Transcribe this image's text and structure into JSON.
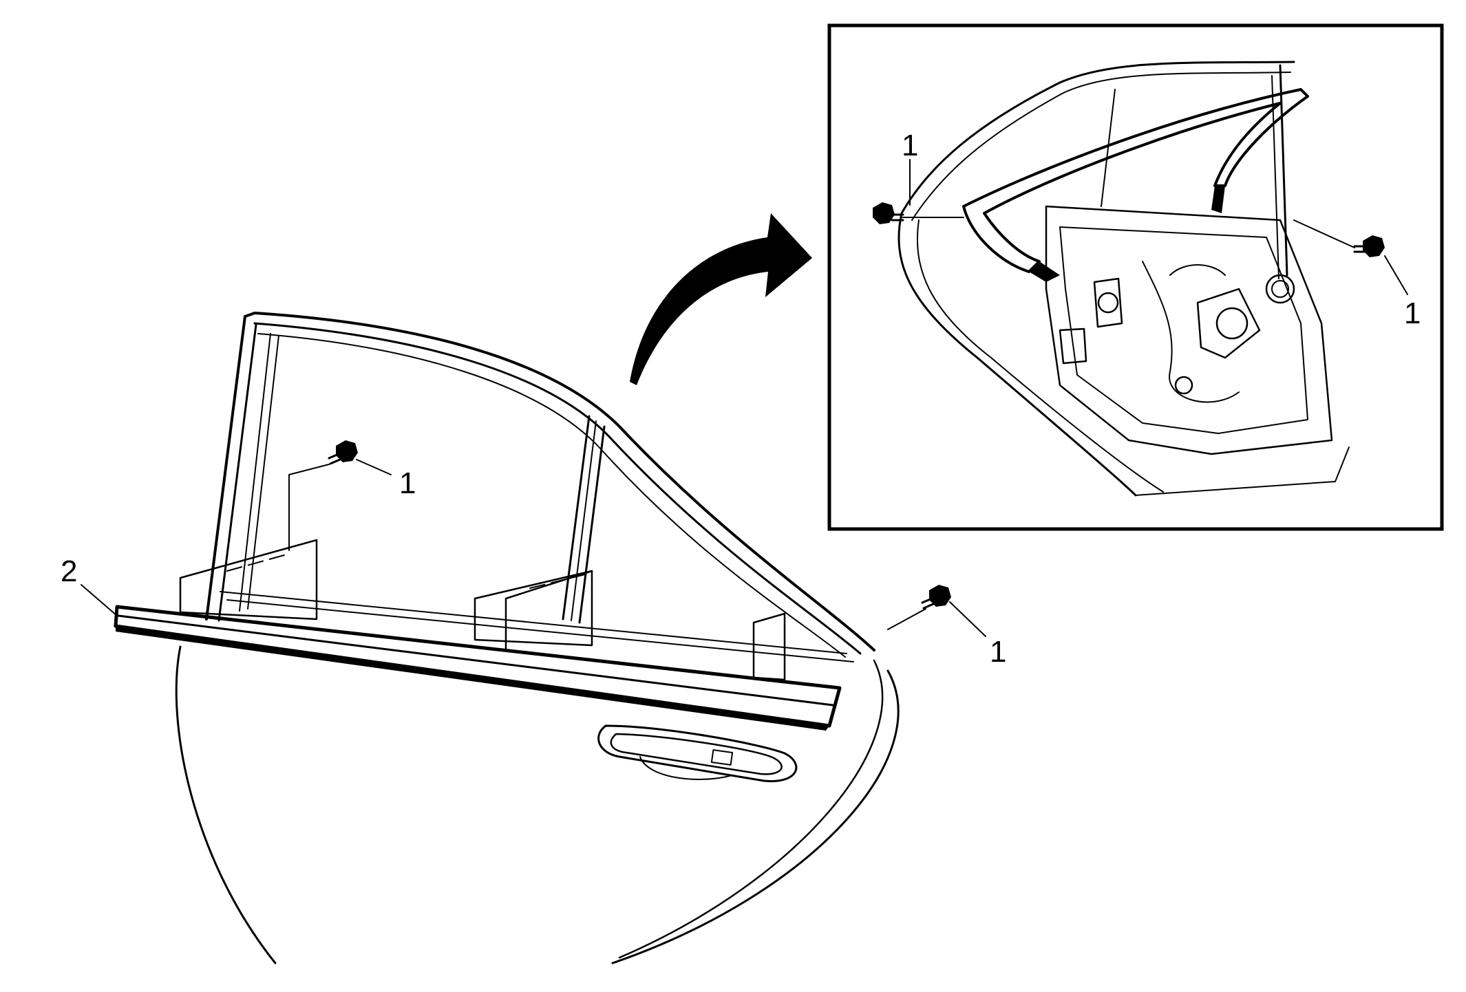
{
  "callouts": {
    "bolt_main_upper": "1",
    "bolt_main_front": "1",
    "molding_main": "2",
    "bolt_inset_left": "1",
    "bolt_inset_right": "1"
  },
  "colors": {
    "line": "#000000",
    "background": "#ffffff"
  }
}
